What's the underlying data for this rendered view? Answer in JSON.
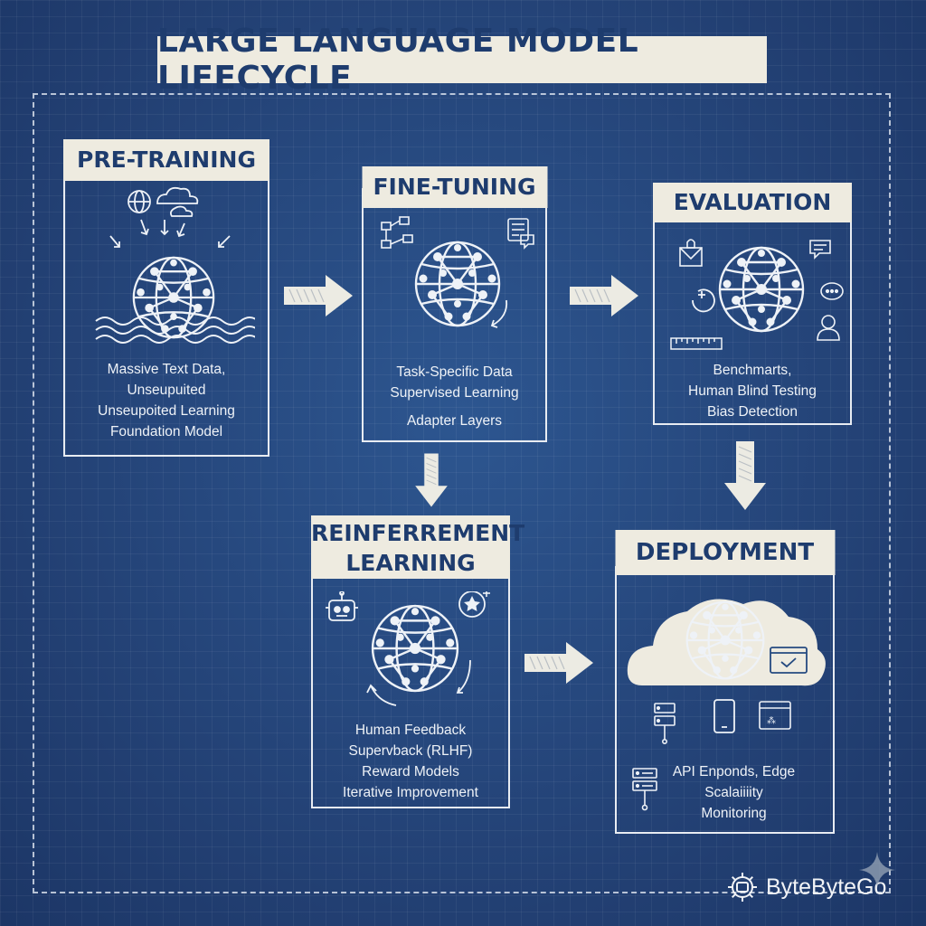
{
  "title": "LARGE LANGUAGE MODEL LIFECYCLE",
  "stages": {
    "pretraining": {
      "label": "PRE-TRAINING",
      "lines": [
        "Massive Text Data,",
        "Unseupuited",
        "Unseupoited Learning",
        "Foundation Model"
      ]
    },
    "finetuning": {
      "label": "FINE-TUNING",
      "lines": [
        "Task-Specific Data",
        "Supervised Learning",
        "Adapter Layers"
      ]
    },
    "evaluation": {
      "label": "EVALUATION",
      "lines": [
        "Benchmarts,",
        "Human Blind Testing",
        "Bias Detection"
      ]
    },
    "reinforcement": {
      "label_line1": "REINFERREMENT",
      "label_line2": "LEARNING",
      "lines": [
        "Human Feedback",
        "Supervback (RLHF)",
        "Reward Models",
        "Iterative Improvement"
      ]
    },
    "deployment": {
      "label": "DEPLOYMENT",
      "lines": [
        "API Enponds, Edge",
        "Scalaiiiity",
        "Monitoring"
      ]
    }
  },
  "brand": {
    "name": "ByteByteGo",
    "icon": "gear-logo-icon"
  },
  "colors": {
    "background": "#254a80",
    "panel": "#eeebe0",
    "ink": "#1e3c6e",
    "line": "#e8ecf2"
  }
}
